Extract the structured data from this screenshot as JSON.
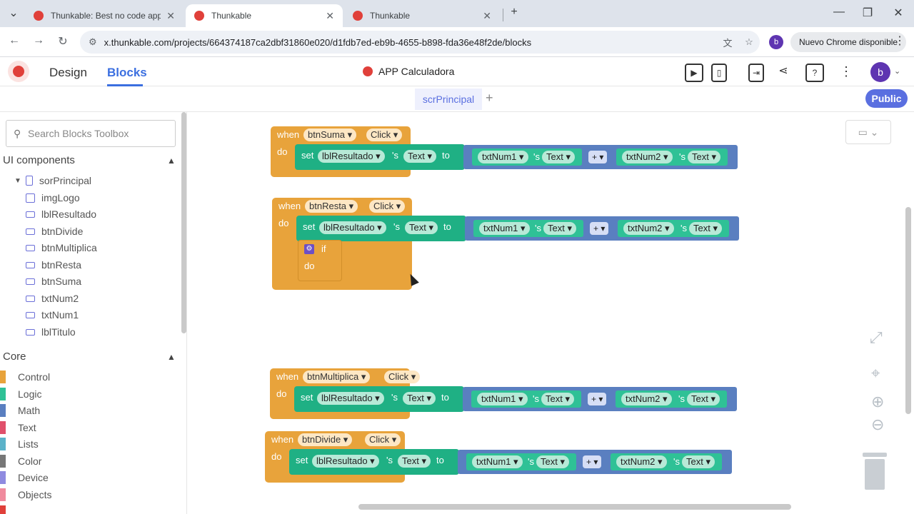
{
  "browser": {
    "tabs": [
      {
        "title": "Thunkable: Best no code app bu"
      },
      {
        "title": "Thunkable"
      },
      {
        "title": "Thunkable"
      }
    ],
    "url": "x.thunkable.com/projects/664374187ca2dbf31860e020/d1fdb7ed-eb9b-4655-b898-fda36e48f2de/blocks",
    "profile_initial": "b",
    "update_label": "Nuevo Chrome disponible"
  },
  "app": {
    "nav": {
      "design": "Design",
      "blocks": "Blocks"
    },
    "project_name": "APP Calculadora",
    "avatar_initial": "b",
    "screen_tab": "scrPrincipal",
    "public_label": "Public"
  },
  "sidebar": {
    "search_placeholder": "Search Blocks Toolbox",
    "ui_section": "UI components",
    "components": [
      "sorPrincipal",
      "imgLogo",
      "lblResultado",
      "btnDivide",
      "btnMultiplica",
      "btnResta",
      "btnSuma",
      "txtNum2",
      "txtNum1",
      "lblTitulo"
    ],
    "core_section": "Core",
    "core": [
      {
        "label": "Control",
        "color": "#e8a33b"
      },
      {
        "label": "Logic",
        "color": "#2fc196"
      },
      {
        "label": "Math",
        "color": "#5a7fc0"
      },
      {
        "label": "Text",
        "color": "#e0506b"
      },
      {
        "label": "Lists",
        "color": "#5bb2c9"
      },
      {
        "label": "Color",
        "color": "#777777"
      },
      {
        "label": "Device",
        "color": "#8f8be0"
      },
      {
        "label": "Objects",
        "color": "#f08b9e"
      }
    ]
  },
  "blocks": {
    "when": "when",
    "do": "do",
    "set": "set",
    "to": "to",
    "s": "'s",
    "if": "if",
    "click": "Click",
    "text": "Text",
    "plus": "+",
    "target": "lblResultado",
    "num1": "txtNum1",
    "num2": "txtNum2",
    "buttons": [
      "btnSuma",
      "btnResta",
      "btnMultiplica",
      "btnDivide"
    ]
  }
}
